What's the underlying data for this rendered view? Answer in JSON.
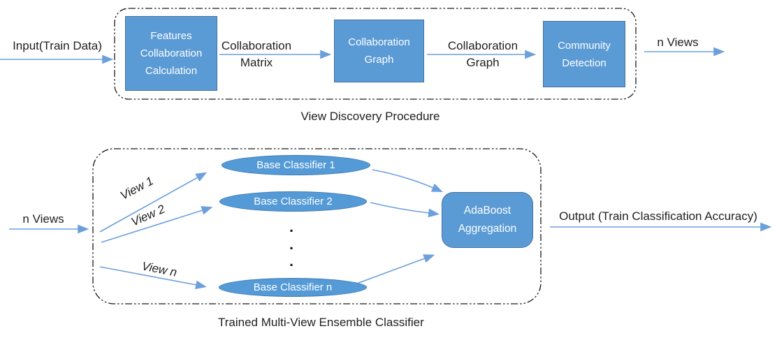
{
  "colors": {
    "node_fill": "#5b9bd5",
    "node_border": "#41719c",
    "node_text": "#ffffff",
    "arrow_blue": "#6ca0dc",
    "container_dash": "#1a1a1a",
    "label_text": "#1f1f1f"
  },
  "sections": [
    {
      "caption": "View Discovery Procedure",
      "input_arrow_label": "Input(Train Data)",
      "output_arrow_label": "n Views",
      "nodes": [
        {
          "lines": [
            "Features",
            "Collaboration",
            "Calculation"
          ]
        },
        {
          "lines": [
            "Collaboration",
            "Graph"
          ]
        },
        {
          "lines": [
            "Community",
            "Detection"
          ]
        }
      ],
      "edge_labels": [
        {
          "lines": [
            "Collaboration",
            "Matrix"
          ]
        },
        {
          "lines": [
            "Collaboration",
            "Graph"
          ]
        }
      ]
    },
    {
      "caption": "Trained Multi-View Ensemble Classifier",
      "input_arrow_label": "n Views",
      "output_arrow_label": "Output (Train Classification Accuracy)",
      "view_edge_labels": [
        "View 1",
        "View 2",
        "View n"
      ],
      "classifier_nodes": [
        "Base Classifier 1",
        "Base Classifier 2",
        "Base Classifier n"
      ],
      "ellipsis_dots": [
        ".",
        ".",
        "."
      ],
      "aggregator_lines": [
        "AdaBoost",
        "Aggregation"
      ]
    }
  ]
}
